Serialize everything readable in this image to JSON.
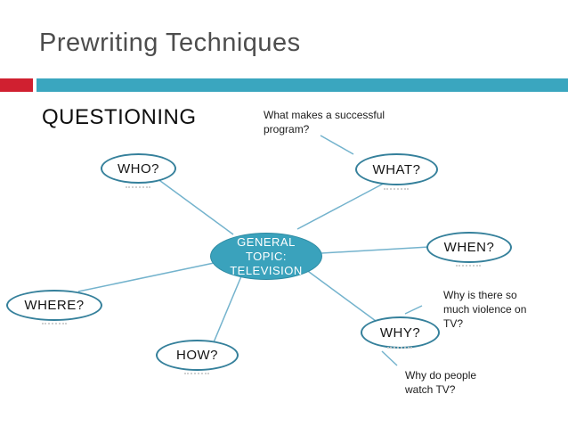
{
  "colors": {
    "accent_red": "#d02030",
    "accent_teal": "#3aa6bf",
    "oval_stroke": "#35809b",
    "center_fill": "#3aa2bc",
    "connector_blue": "#74b3cd",
    "title_gray": "#4d4d4d"
  },
  "header": {
    "title": "Prewriting Techniques"
  },
  "content": {
    "heading": "QUESTIONING"
  },
  "diagram": {
    "center_label": "GENERAL\nTOPIC:\nTELEVISION",
    "nodes": [
      {
        "id": "who",
        "label": "WHO?"
      },
      {
        "id": "what",
        "label": "WHAT?"
      },
      {
        "id": "when",
        "label": "WHEN?"
      },
      {
        "id": "where",
        "label": "WHERE?"
      },
      {
        "id": "why",
        "label": "WHY?"
      },
      {
        "id": "how",
        "label": "HOW?"
      }
    ],
    "annotations": [
      {
        "id": "program",
        "text": "What makes a successful\nprogram?"
      },
      {
        "id": "violence",
        "text": "Why is there so\nmuch violence on\nTV?"
      },
      {
        "id": "watch",
        "text": "Why do people\nwatch TV?"
      }
    ]
  }
}
